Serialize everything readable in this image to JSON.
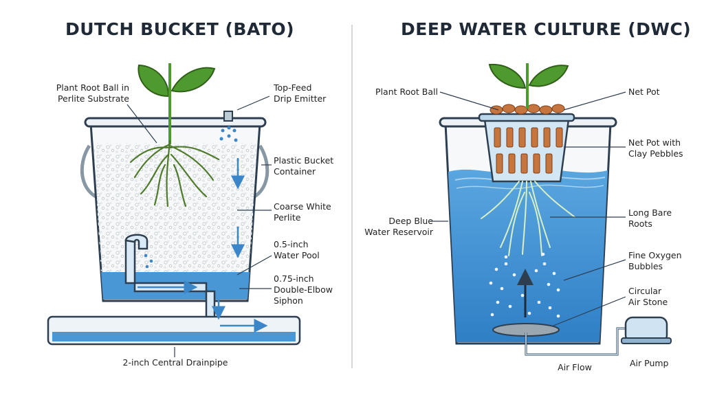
{
  "titles": {
    "left": "DUTCH BUCKET (BATO)",
    "right": "DEEP WATER CULTURE (DWC)"
  },
  "dutch_bucket": {
    "root_ball": "Plant Root Ball in\nPerlite Substrate",
    "drip_emitter": "Top-Feed\nDrip Emitter",
    "bucket": "Plastic Bucket\nContainer",
    "perlite": "Coarse White\nPerlite",
    "water_pool": "0.5-inch\nWater Pool",
    "siphon": "0.75-inch\nDouble-Elbow\nSiphon",
    "drainpipe": "2-inch Central Drainpipe"
  },
  "dwc": {
    "root_ball": "Plant Root Ball",
    "net_pot": "Net Pot",
    "net_pot_pebbles": "Net Pot with\nClay Pebbles",
    "reservoir": "Deep Blue\nWater Reservoir",
    "roots": "Long Bare\nRoots",
    "bubbles": "Fine Oxygen\nBubbles",
    "air_stone": "Circular\nAir Stone",
    "air_flow": "Air Flow",
    "air_pump": "Air Pump"
  },
  "colors": {
    "outline": "#2d3e50",
    "water": "#3f8fd2",
    "water_light": "#a9d2ee",
    "perlite": "#eef1f3",
    "leaf": "#4f9a2e",
    "root": "#4f7a2a",
    "pebble": "#c7753e",
    "pipe": "#cfe3f2",
    "flow_arrow": "#3a86c8"
  }
}
